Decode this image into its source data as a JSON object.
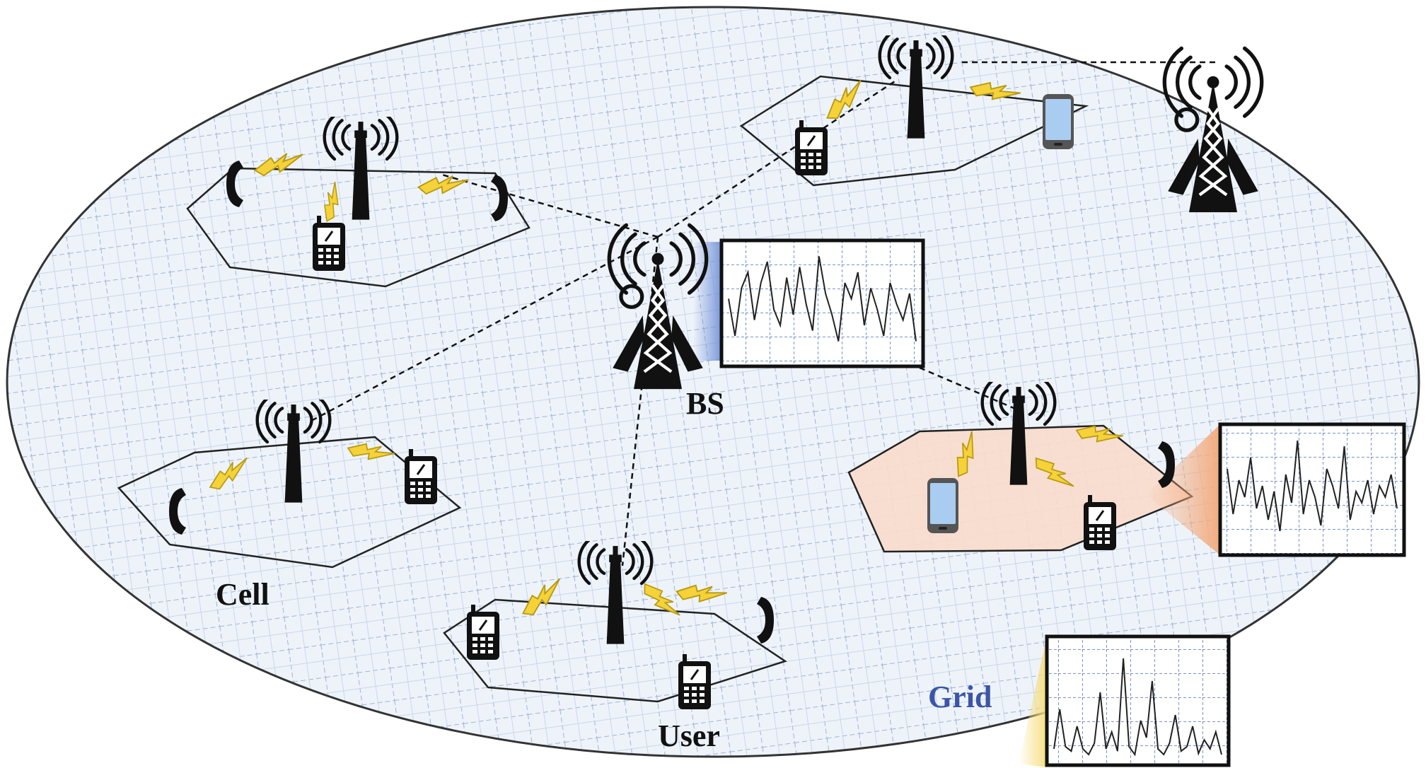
{
  "labels": {
    "bs": "BS",
    "cell": "Cell",
    "user": "User",
    "grid": "Grid"
  },
  "colors": {
    "grid_label": "#3b56a6",
    "grid_lines": "#9fb4d4",
    "ellipse_fill": "#eef3fa",
    "cell_highlight": "#f8dccb",
    "bolt": "#f5d23a",
    "phone_screen": "#a9cdf0",
    "glow_blue": "#6f8fd6",
    "glow_orange": "#f3a97a",
    "glow_yellow": "#f7dd7c"
  },
  "signal_panels": [
    {
      "id": "bs-panel",
      "values": [
        0.55,
        0.2,
        0.65,
        0.8,
        0.35,
        0.7,
        0.9,
        0.45,
        0.3,
        0.75,
        0.4,
        0.85,
        0.5,
        0.25,
        0.95,
        0.6,
        0.4,
        0.15,
        0.7,
        0.55,
        0.8,
        0.3,
        0.65,
        0.45,
        0.2,
        0.7,
        0.5,
        0.35,
        0.6,
        0.15
      ]
    },
    {
      "id": "cell-panel",
      "values": [
        0.7,
        0.3,
        0.6,
        0.45,
        0.8,
        0.35,
        0.55,
        0.25,
        0.5,
        0.15,
        0.65,
        0.4,
        0.95,
        0.3,
        0.6,
        0.45,
        0.2,
        0.7,
        0.55,
        0.35,
        0.9,
        0.25,
        0.5,
        0.4,
        0.6,
        0.3,
        0.55,
        0.45,
        0.65,
        0.35
      ]
    },
    {
      "id": "grid-panel",
      "values": [
        0.1,
        0.45,
        0.12,
        0.08,
        0.3,
        0.1,
        0.05,
        0.15,
        0.6,
        0.1,
        0.25,
        0.08,
        0.9,
        0.12,
        0.05,
        0.35,
        0.2,
        0.7,
        0.1,
        0.05,
        0.15,
        0.4,
        0.08,
        0.12,
        0.3,
        0.06,
        0.18,
        0.1,
        0.25,
        0.05
      ]
    }
  ]
}
